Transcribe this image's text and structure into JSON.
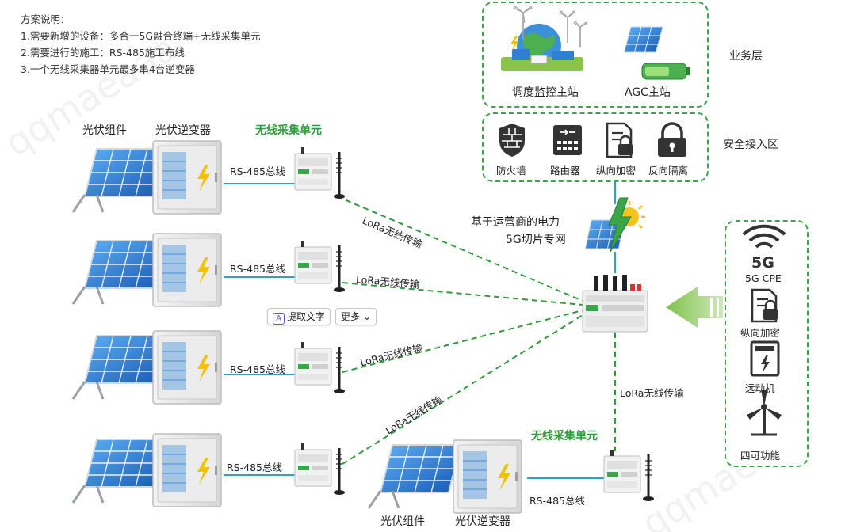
{
  "notes": {
    "title": "方案说明：",
    "items": [
      "1.需要新增的设备：多合一5G融合终端+无线采集单元",
      "2.需要进行的施工：RS-485施工布线",
      "3.一个无线采集器单元最多串4台逆变器"
    ]
  },
  "column_labels": {
    "pv_module": "光伏组件",
    "pv_inverter": "光伏逆变器",
    "wireless_unit": "无线采集单元"
  },
  "rs485": "RS-485总线",
  "lora": "LoRa无线传输",
  "network_label": [
    "基于运营商的电力",
    "5G切片专网"
  ],
  "layers": {
    "business": "业务层",
    "security": "安全接入区"
  },
  "business_items": [
    "调度监控主站",
    "AGC主站"
  ],
  "security_items": [
    "防火墙",
    "路由器",
    "纵向加密",
    "反向隔离"
  ],
  "right_panel": [
    "5G CPE",
    "纵向加密",
    "远动机",
    "四可功能"
  ],
  "bottom_labels": {
    "pv_module": "光伏组件",
    "pv_inverter": "光伏逆变器",
    "wireless_unit": "无线采集单元"
  },
  "ocr_toolbar": {
    "extract": "提取文字",
    "more": "更多"
  },
  "watermark": "qqmaeaaa",
  "colors": {
    "green": "#2f9a3a",
    "blue_line": "#2a9fd6",
    "panel_blue": "#2f7fd3",
    "icon_dark": "#333333"
  },
  "icons": [
    "solar-panel-icon",
    "inverter-cabinet-icon",
    "collector-unit-icon",
    "firewall-icon",
    "router-icon",
    "encryption-icon",
    "isolation-lock-icon",
    "wifi-5g-icon",
    "telecontrol-icon",
    "wind-turbine-icon",
    "fusion-terminal-icon",
    "arrow-icon"
  ]
}
